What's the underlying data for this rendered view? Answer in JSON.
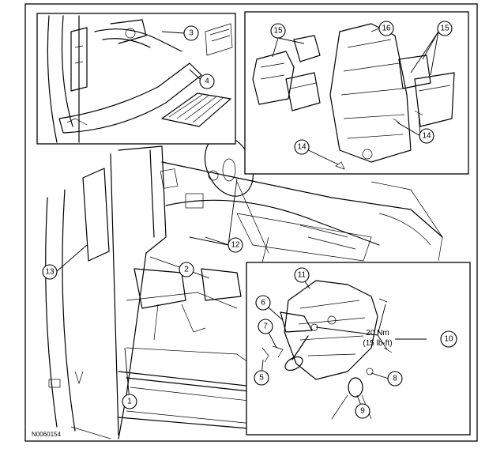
{
  "figure_id": "N0060154",
  "callouts": {
    "c1": "1",
    "c2": "2",
    "c3": "3",
    "c4": "4",
    "c5": "5",
    "c6": "6",
    "c7": "7",
    "c8": "8",
    "c9": "9",
    "c10": "10",
    "c11": "11",
    "c12": "12",
    "c13": "13",
    "c14a": "14",
    "c14b": "14",
    "c15a": "15",
    "c15b": "15",
    "c16": "16"
  },
  "torque": {
    "metric": "20 Nm",
    "imperial": "(15 lb-ft)"
  }
}
